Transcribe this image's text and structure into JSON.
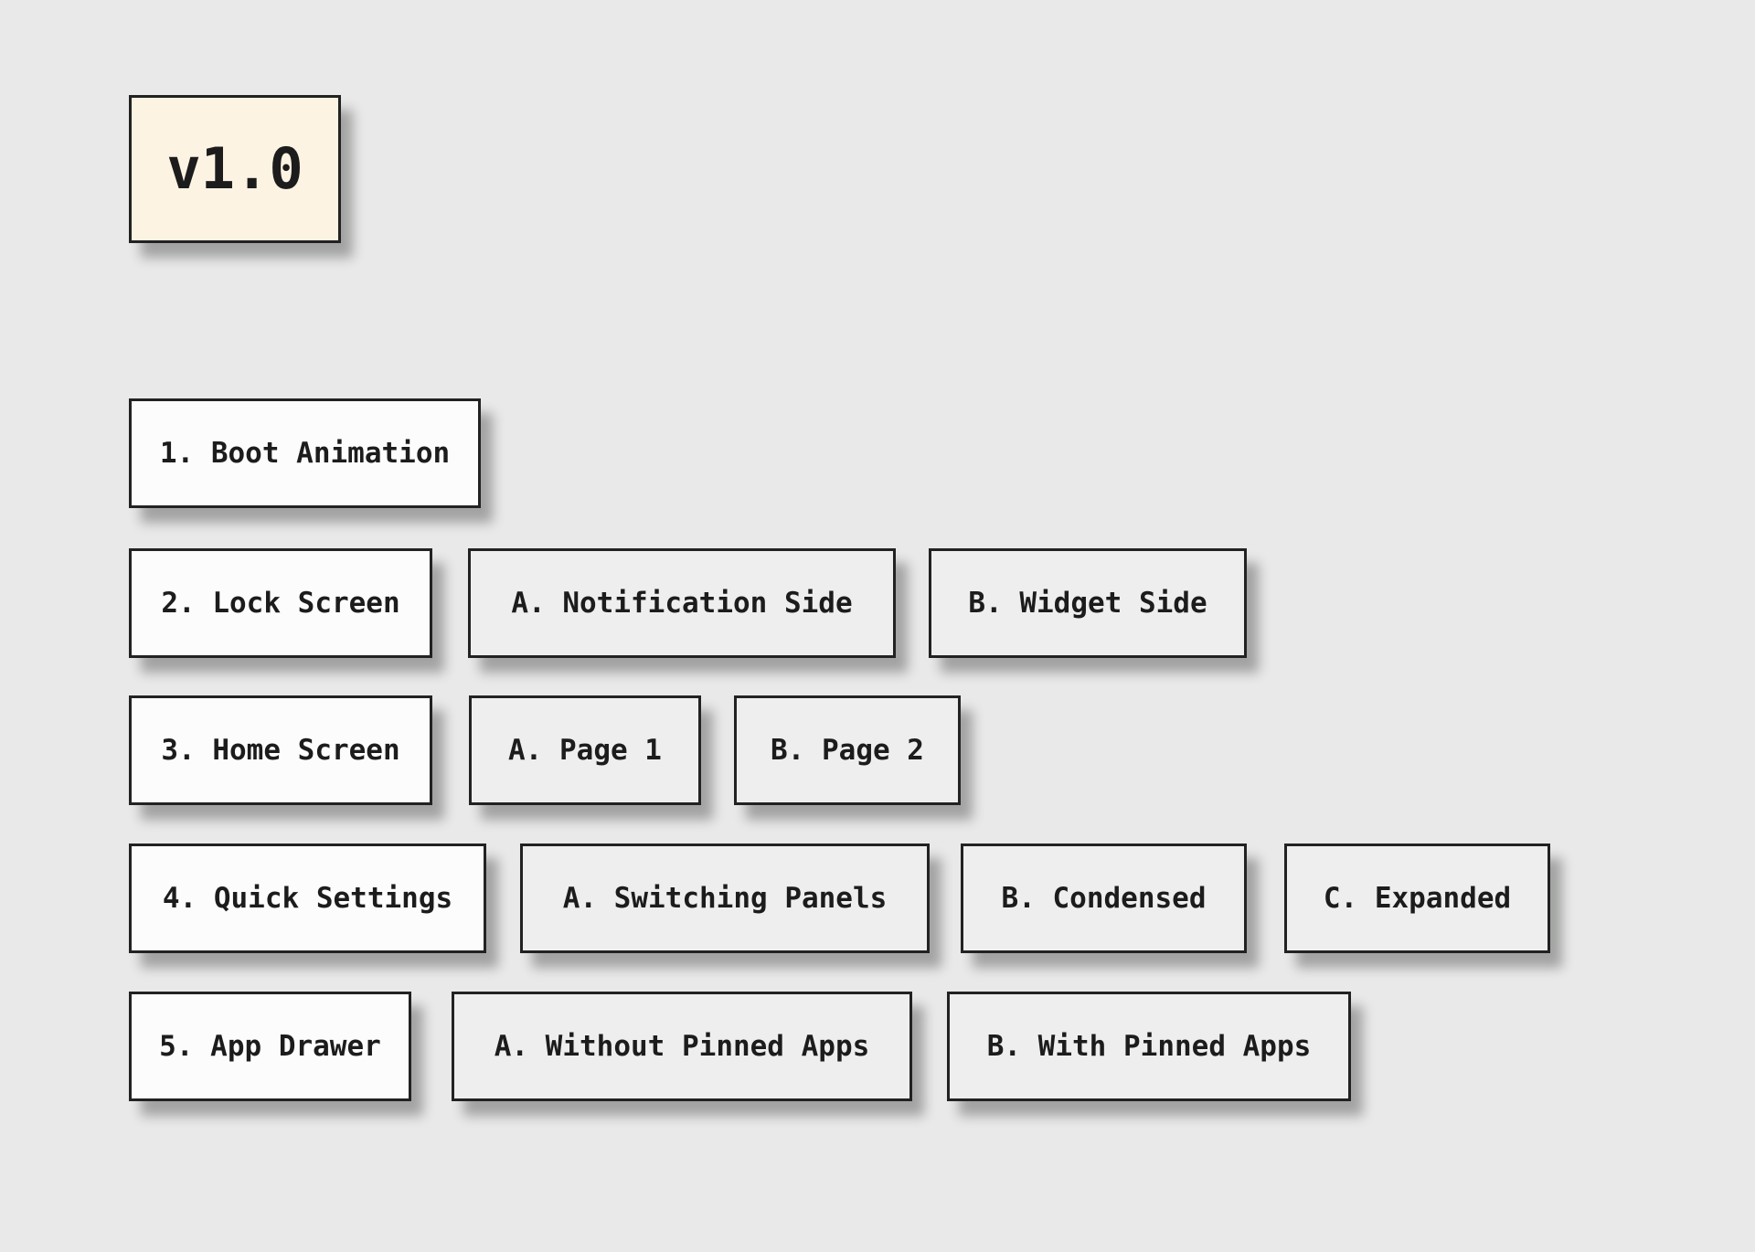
{
  "colors": {
    "canvas_bg": "#e8e9e8",
    "primary_box_bg": "#fcfcfc",
    "secondary_box_bg": "#eeeeee",
    "badge_bg": "#fcf3e3",
    "border": "#222222",
    "text": "#1c1c1c"
  },
  "version_badge": {
    "label": "v1.0"
  },
  "rows": [
    {
      "main": {
        "label": "1. Boot Animation"
      },
      "variants": []
    },
    {
      "main": {
        "label": "2. Lock Screen"
      },
      "variants": [
        {
          "label": "A. Notification Side"
        },
        {
          "label": "B. Widget Side"
        }
      ]
    },
    {
      "main": {
        "label": "3. Home Screen"
      },
      "variants": [
        {
          "label": "A. Page 1"
        },
        {
          "label": "B. Page 2"
        }
      ]
    },
    {
      "main": {
        "label": "4. Quick Settings"
      },
      "variants": [
        {
          "label": "A. Switching Panels"
        },
        {
          "label": "B. Condensed"
        },
        {
          "label": "C. Expanded"
        }
      ]
    },
    {
      "main": {
        "label": "5. App Drawer"
      },
      "variants": [
        {
          "label": "A. Without Pinned Apps"
        },
        {
          "label": "B. With Pinned Apps"
        }
      ]
    }
  ]
}
